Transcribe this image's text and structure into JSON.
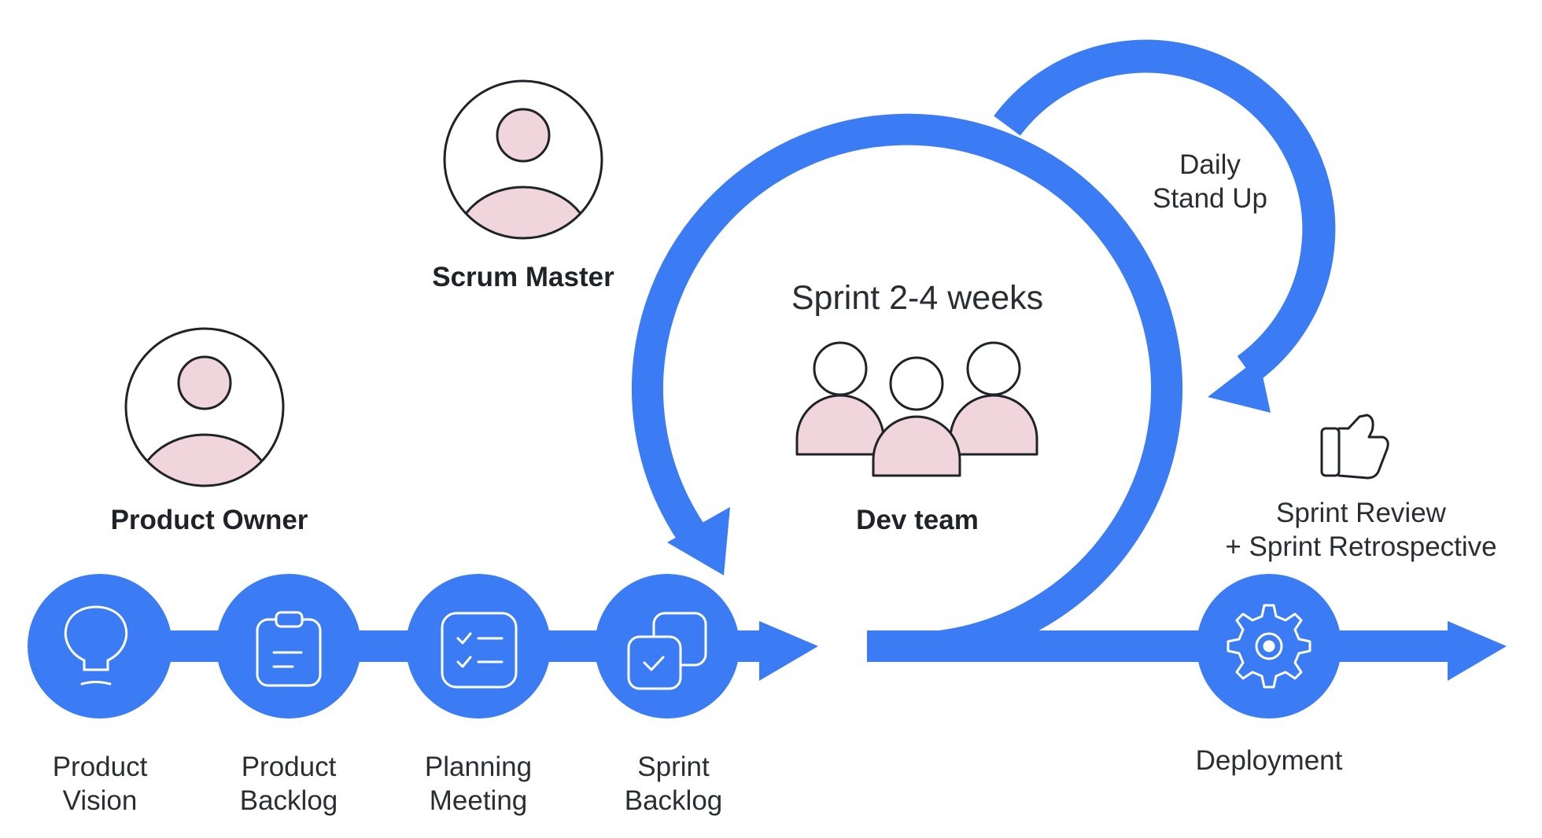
{
  "roles": {
    "scrum_master": "Scrum Master",
    "product_owner": "Product Owner",
    "dev_team": "Dev team"
  },
  "sprint": {
    "title": "Sprint 2-4 weeks",
    "daily_line1": "Daily",
    "daily_line2": "Stand Up"
  },
  "review": {
    "line1": "Sprint Review",
    "line2": "+ Sprint Retrospective"
  },
  "steps": [
    {
      "line1": "Product",
      "line2": "Vision",
      "icon": "lightbulb-icon"
    },
    {
      "line1": "Product",
      "line2": "Backlog",
      "icon": "clipboard-icon"
    },
    {
      "line1": "Planning",
      "line2": "Meeting",
      "icon": "checklist-icon"
    },
    {
      "line1": "Sprint",
      "line2": "Backlog",
      "icon": "stacked-tasks-icon"
    }
  ],
  "deployment": "Deployment",
  "colors": {
    "flow_blue": "#3b7cf5",
    "person_fill": "#f0d6dc",
    "outline": "#1f2328",
    "icon_stroke": "#ffffff"
  }
}
